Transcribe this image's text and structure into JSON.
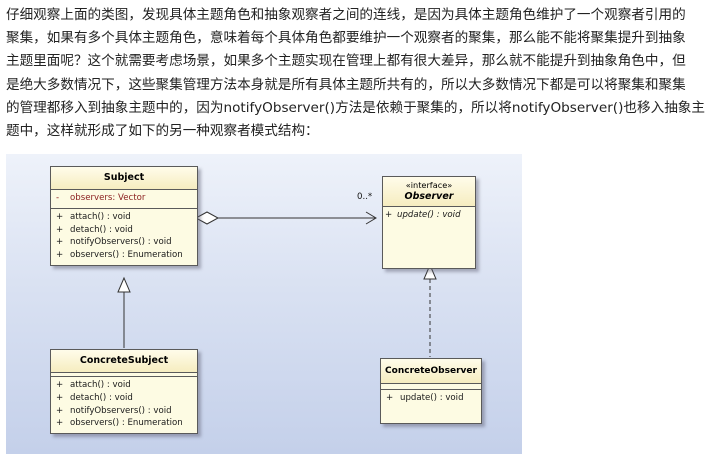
{
  "intro_lines": [
    "仔细观察上面的类图，发现具体主题角色和抽象观察者之间的连线，是因为具体主题角色维护了一个观察者引用的",
    "聚集，如果有多个具体主题角色，意味着每个具体角色都要维护一个观察者的聚集，那么能不能将聚集提升到抽象",
    "主题里面呢？这个就需要考虑场景，如果多个主题实现在管理上都有很大差异，那么就不能提升到抽象角色中，但",
    "是绝大多数情况下，这些聚集管理方法本身就是所有具体主题所共有的，所以大多数情况下都是可以将聚集和聚集",
    "的管理都移入到抽象主题中的，因为notifyObserver()方法是依赖于聚集的，所以将notifyObserver()也移入抽象主",
    "题中，这样就形成了如下的另一种观察者模式结构："
  ],
  "diagram": {
    "subject": {
      "name": "Subject",
      "attributes": [
        {
          "vis": "-",
          "text": "observers:  Vector"
        }
      ],
      "operations": [
        {
          "vis": "+",
          "text": "attach() : void"
        },
        {
          "vis": "+",
          "text": "detach() : void"
        },
        {
          "vis": "+",
          "text": "notifyObservers() : void"
        },
        {
          "vis": "+",
          "text": "observers() : Enumeration"
        }
      ]
    },
    "observer": {
      "stereotype": "«interface»",
      "name": "Observer",
      "operations": [
        {
          "vis": "+",
          "text": "update() : void"
        }
      ]
    },
    "concrete_subject": {
      "name": "ConcreteSubject",
      "operations": [
        {
          "vis": "+",
          "text": "attach() : void"
        },
        {
          "vis": "+",
          "text": "detach() : void"
        },
        {
          "vis": "+",
          "text": "notifyObservers() : void"
        },
        {
          "vis": "+",
          "text": "observers() : Enumeration"
        }
      ]
    },
    "concrete_observer": {
      "name": "ConcreteObserver",
      "operations": [
        {
          "vis": "+",
          "text": "update() : void"
        }
      ]
    },
    "aggregation_multiplicity": "0..*",
    "colors": {
      "class_fill": "#fdfbe3",
      "class_border": "#5a5a5a",
      "attribute_text": "#8a1d1d",
      "background_top": "#eef2fa",
      "background_bottom": "#c4d0ea"
    }
  }
}
